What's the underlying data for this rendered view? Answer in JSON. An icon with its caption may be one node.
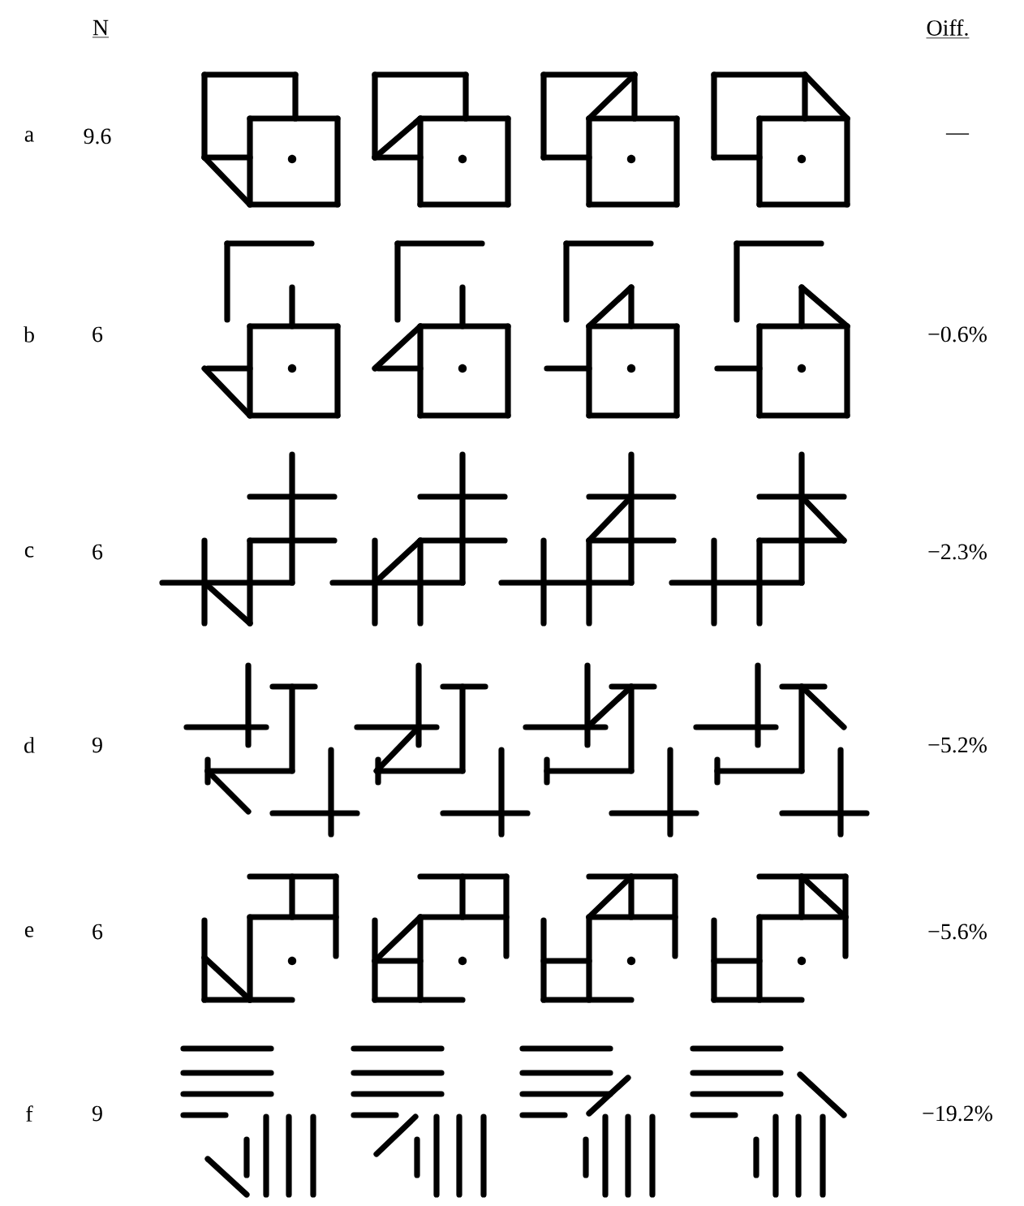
{
  "diagram": {
    "labels": [
      "N",
      "Oiff.",
      "a",
      "9.6",
      "—",
      "b",
      "6",
      "−0.6%",
      "c",
      "6",
      "−2.3%",
      "d",
      "9",
      "−5.2%",
      "e",
      "6",
      "−5.6%",
      "f",
      "9",
      "−19.2%"
    ]
  }
}
